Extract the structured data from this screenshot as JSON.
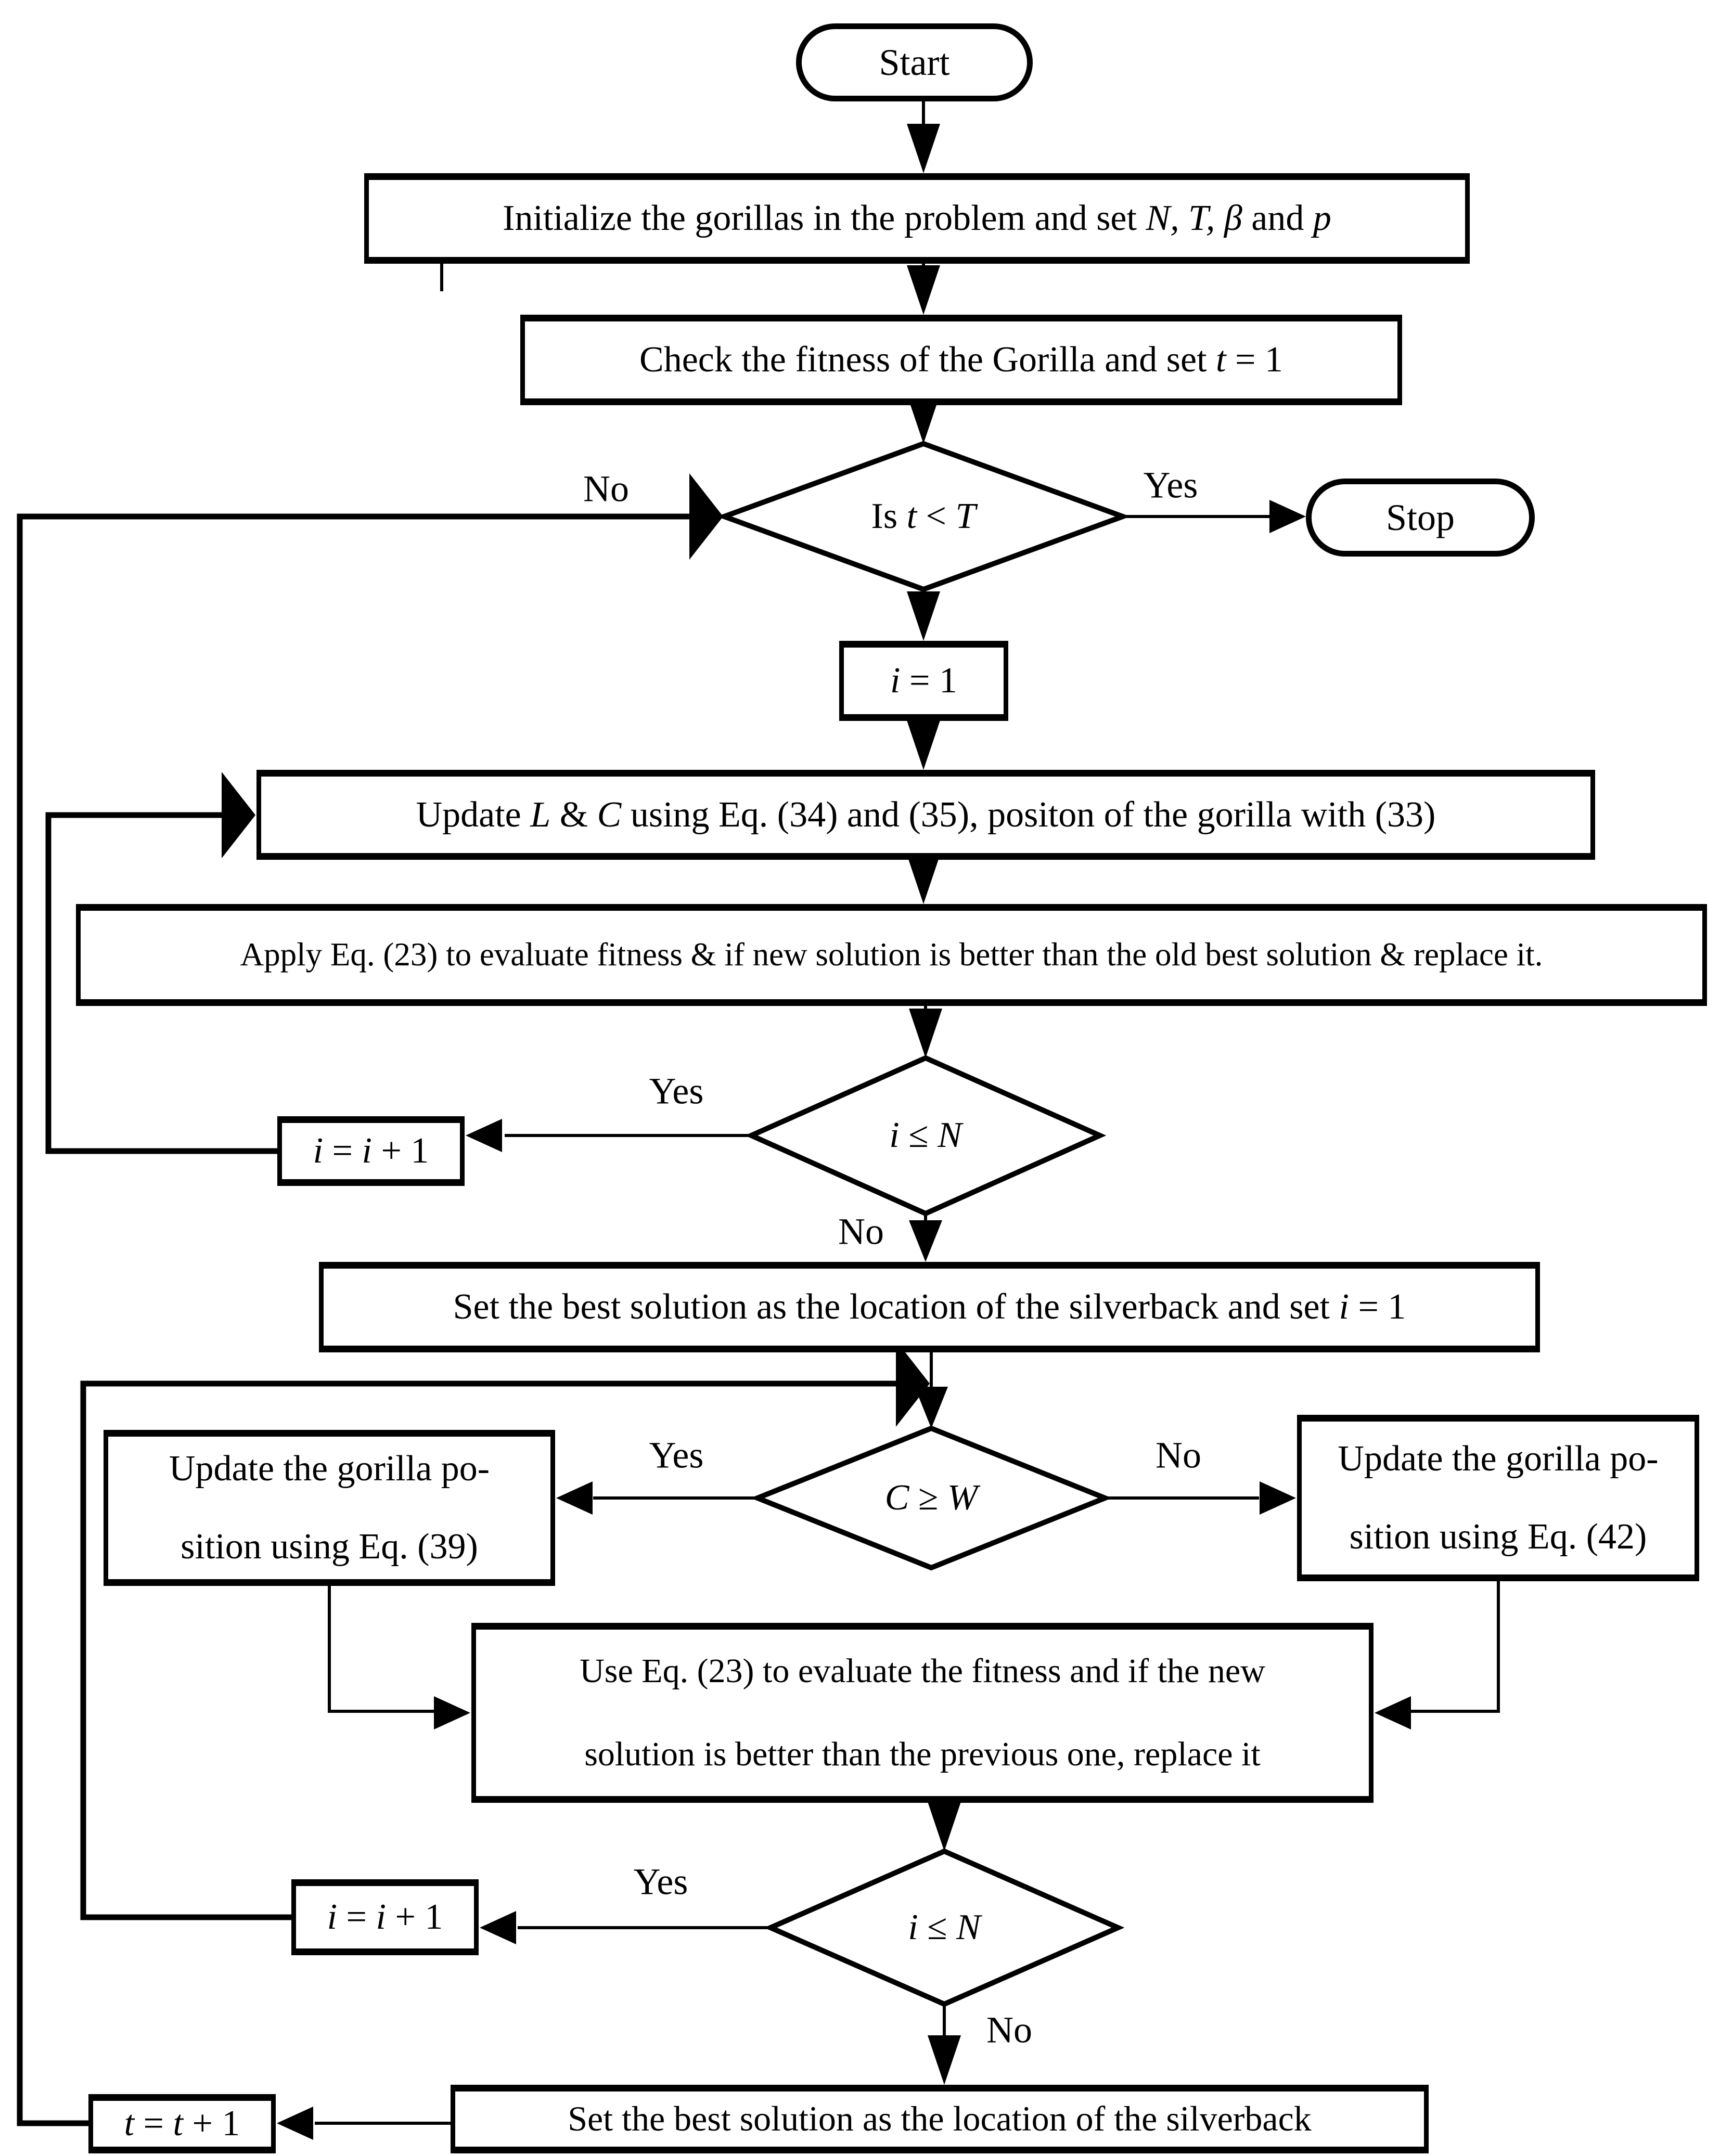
{
  "colors": {
    "ink": "#000000",
    "paper": "#ffffff"
  },
  "nodes": {
    "start": "Start",
    "init": {
      "p1": "Initialize the gorillas in the problem and set ",
      "p2": "N, T, β",
      "p3": " and ",
      "p4": "p"
    },
    "check": {
      "p1": "Check the fitness of the Gorilla and set ",
      "p2": "t",
      "p3": " = 1"
    },
    "t_check": {
      "p1": "Is ",
      "p2": "t",
      "p3": " < ",
      "p4": "T"
    },
    "stop": "Stop",
    "i_init": {
      "p1": "i",
      "p2": " = 1"
    },
    "update_lc": {
      "p1": "Update ",
      "p2": "L",
      "p3": " & ",
      "p4": "C",
      "p5": " using Eq. (34) and (35), positon of the gorilla with (33)"
    },
    "apply_eq23": "Apply Eq. (23) to evaluate fitness & if new solution is better than the old best solution & replace it.",
    "i_check": {
      "p1": "i",
      "p2": " ≤ ",
      "p3": "N"
    },
    "i_inc": {
      "p1": "i",
      "p2": " = ",
      "p3": "i",
      "p4": " + 1"
    },
    "set_best_i": {
      "p1": "Set the best solution as the location of the silverback and set ",
      "p2": "i",
      "p3": " = 1"
    },
    "cw_check": {
      "p1": "C",
      "p2": " ≥ ",
      "p3": "W"
    },
    "eq39": {
      "l1": "Update the gorilla po-",
      "l2": "sition using Eq. (39)"
    },
    "eq42": {
      "l1": "Update the gorilla po-",
      "l2": "sition using Eq. (42)"
    },
    "use_eq23": {
      "l1": "Use Eq. (23) to evaluate the fitness and if the new",
      "l2": "solution is better than the previous one, replace it"
    },
    "set_best": "Set the best solution as the location of the silverback",
    "t_inc": {
      "p1": "t",
      "p2": " = ",
      "p3": "t",
      "p4": " + 1"
    }
  },
  "edge_labels": {
    "t_no": "No",
    "t_yes": "Yes",
    "i1_yes": "Yes",
    "i1_no": "No",
    "cw_yes": "Yes",
    "cw_no": "No",
    "i2_yes": "Yes",
    "i2_no": "No"
  }
}
